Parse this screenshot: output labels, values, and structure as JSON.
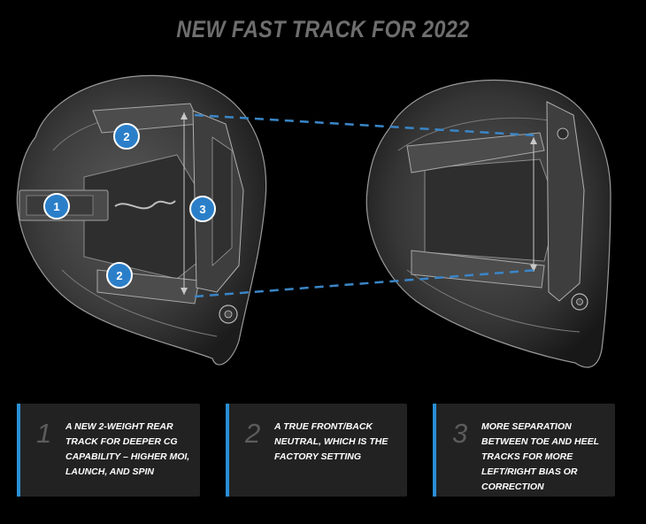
{
  "title": "NEW FAST TRACK FOR 2022",
  "badges": {
    "rear": "1",
    "front_top": "2",
    "front_bottom": "2",
    "separation": "3"
  },
  "cards": [
    {
      "number": "1",
      "text": "A NEW 2-WEIGHT REAR TRACK FOR DEEPER CG CAPABILITY – HIGHER MOI, LAUNCH, AND SPIN"
    },
    {
      "number": "2",
      "text": "A TRUE FRONT/BACK NEUTRAL, WHICH IS THE FACTORY SETTING"
    },
    {
      "number": "3",
      "text": "MORE SEPARATION BETWEEN TOE AND HEEL TRACKS FOR MORE LEFT/RIGHT BIAS OR CORRECTION"
    }
  ],
  "colors": {
    "accent": "#2a8fd6",
    "badge": "#2b7fc9",
    "card_bg": "#222222",
    "title": "#6e6e6e"
  }
}
